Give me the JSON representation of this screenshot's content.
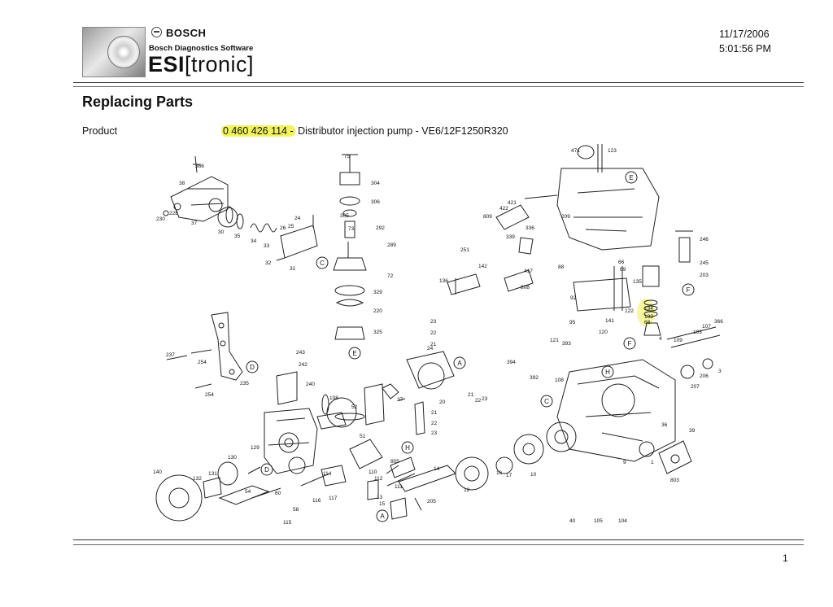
{
  "header": {
    "brand": "BOSCH",
    "subtitle": "Bosch Diagnostics Software",
    "esi_bold": "ESI",
    "esi_light": "[tronic]",
    "date": "11/17/2006",
    "time": "5:01:56 PM"
  },
  "heading": "Replacing Parts",
  "product": {
    "label": "Product",
    "part_number": "0 460 426 114 -",
    "description": " Distributor injection pump - VE6/12F1250R320"
  },
  "highlight_color": "#f1f260",
  "diagram": {
    "part_labels": [
      "366",
      "38",
      "228",
      "230",
      "37",
      "30",
      "35",
      "34",
      "33",
      "26",
      "25",
      "24",
      "32",
      "31",
      "75",
      "304",
      "306",
      "305",
      "292",
      "73",
      "289",
      "72",
      "329",
      "220",
      "325",
      "471",
      "123",
      "421",
      "422",
      "809",
      "209",
      "336",
      "339",
      "251",
      "142",
      "136",
      "808",
      "417",
      "88",
      "66",
      "69",
      "92",
      "135",
      "134",
      "133",
      "68",
      "122",
      "141",
      "246",
      "245",
      "203",
      "95",
      "120",
      "121",
      "393",
      "394",
      "392",
      "108",
      "109",
      "103",
      "107",
      "366",
      "4",
      "207",
      "206",
      "3",
      "237",
      "254",
      "235",
      "254",
      "243",
      "242",
      "240",
      "23",
      "22",
      "21",
      "24",
      "27",
      "20",
      "21",
      "22",
      "23",
      "21",
      "22",
      "23",
      "108",
      "52",
      "51",
      "129",
      "130",
      "140",
      "132",
      "131",
      "54",
      "60",
      "58",
      "116",
      "115",
      "117",
      "114",
      "805",
      "110",
      "112",
      "111",
      "13",
      "15",
      "14",
      "205",
      "12",
      "16",
      "17",
      "10",
      "9",
      "1",
      "803",
      "36",
      "39",
      "40",
      "105",
      "104"
    ],
    "callouts": [
      "C",
      "E",
      "E",
      "A",
      "D",
      "D",
      "H",
      "H",
      "A",
      "F",
      "F",
      "C"
    ]
  },
  "footer": {
    "page_number": "1"
  }
}
